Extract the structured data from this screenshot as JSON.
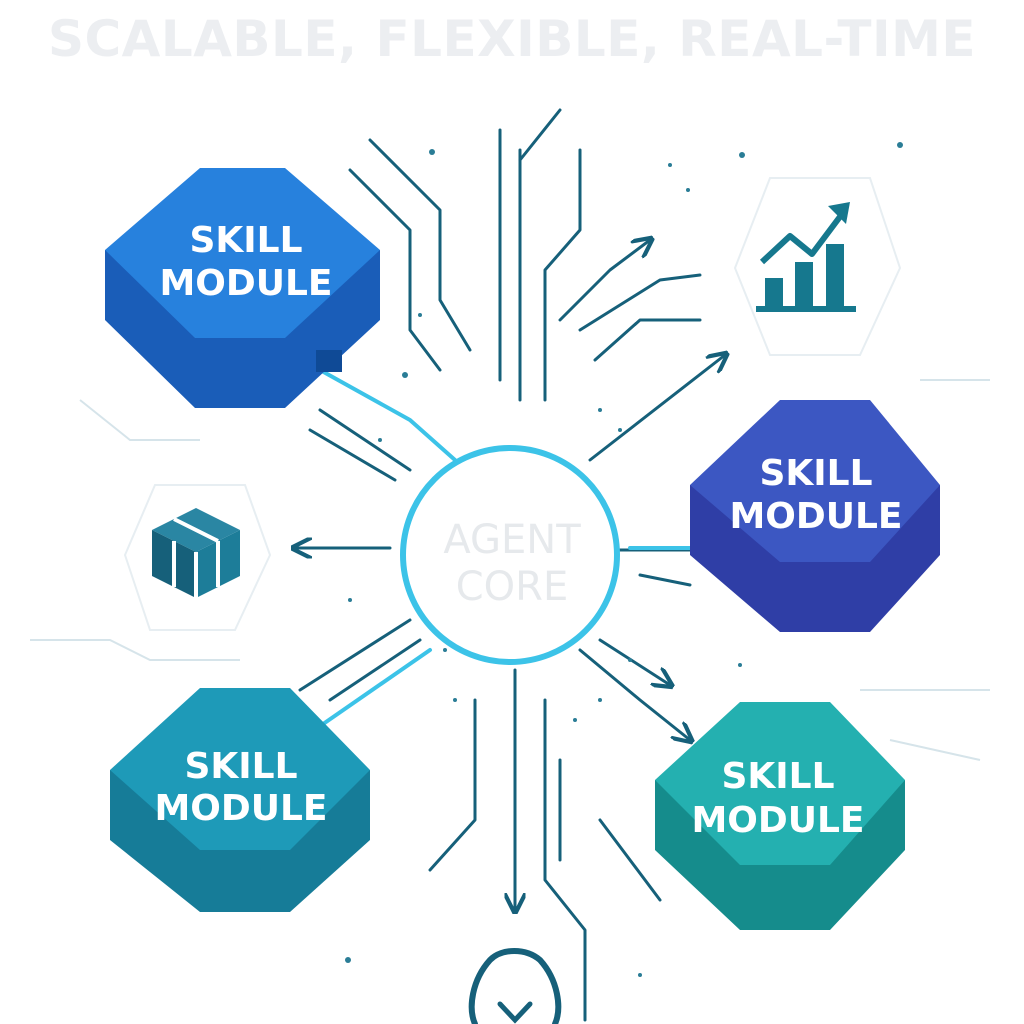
{
  "headline": "SCALABLE, FLEXIBLE, REAL-TIME",
  "core": {
    "line1": "AGENT",
    "line2": "CORE"
  },
  "modules": [
    {
      "line1": "SKILL",
      "line2": "MODULE",
      "color": "#1f74d6"
    },
    {
      "line1": "SKILL",
      "line2": "MODULE",
      "color": "#3450b8"
    },
    {
      "line1": "SKILL",
      "line2": "MODULE",
      "color": "#1c96b4"
    },
    {
      "line1": "SKILL",
      "line2": "MODULE",
      "color": "#1aa8ac"
    }
  ],
  "icons": [
    "growth-chart-icon",
    "cube-icon",
    "lightbulb-icon"
  ],
  "colors": {
    "circuit": "#16607a",
    "core_ring": "#3cc3e8",
    "headline": "#eceef1"
  }
}
